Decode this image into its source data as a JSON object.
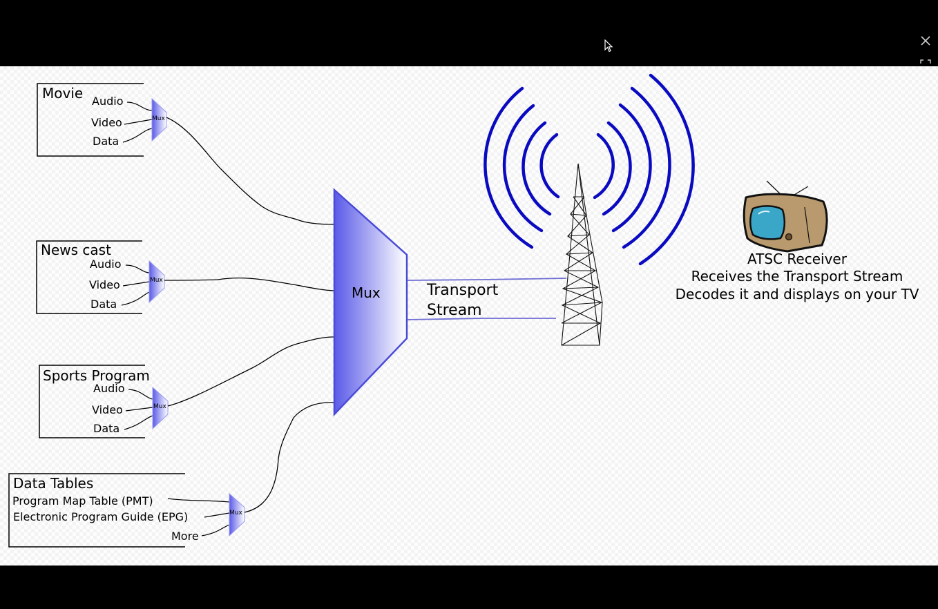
{
  "viewer": {
    "close_icon": "close-icon",
    "fit_icon": "fit-to-screen-icon",
    "cursor_icon": "mouse-pointer-icon"
  },
  "colors": {
    "mux_fill": "#5a5ae8",
    "mux_stroke": "#4a4ad8",
    "waves": "#0a0ac0",
    "stream_line": "#5555cc"
  },
  "diagram": {
    "sources": [
      {
        "title": "Movie",
        "inputs": [
          "Audio",
          "Video",
          "Data"
        ],
        "mux_label": "Mux"
      },
      {
        "title": "News cast",
        "inputs": [
          "Audio",
          "Video",
          "Data"
        ],
        "mux_label": "Mux"
      },
      {
        "title": "Sports Program",
        "inputs": [
          "Audio",
          "Video",
          "Data"
        ],
        "mux_label": "Mux"
      },
      {
        "title": "Data Tables",
        "inputs": [
          "Program Map Table (PMT)",
          "Electronic Program Guide (EPG)",
          "More"
        ],
        "mux_label": "Mux"
      }
    ],
    "main_mux_label": "Mux",
    "stream_label_line1": "Transport",
    "stream_label_line2": "Stream",
    "tower_icon": "antenna-tower-icon",
    "tv_icon": "television-icon",
    "receiver": {
      "title": "ATSC Receiver",
      "line1": "Receives the Transport Stream",
      "line2": "Decodes it and displays on your TV"
    }
  }
}
